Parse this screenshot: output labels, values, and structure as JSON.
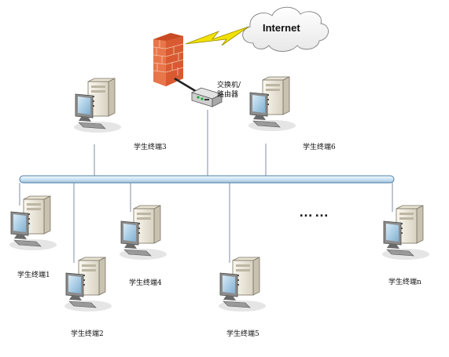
{
  "cloud": {
    "label": "Internet"
  },
  "router": {
    "label_line1": "交换机/",
    "label_line2": "路由器"
  },
  "ellipsis": "……",
  "terminals": [
    {
      "id": "t3",
      "label": "学生终端3"
    },
    {
      "id": "t6",
      "label": "学生终端6"
    },
    {
      "id": "t1",
      "label": "学生终端1"
    },
    {
      "id": "t2",
      "label": "学生终端2"
    },
    {
      "id": "t4",
      "label": "学生终端4"
    },
    {
      "id": "t5",
      "label": "学生终端5"
    },
    {
      "id": "tn",
      "label": "学生终端n"
    }
  ],
  "colors": {
    "firewall": "#e2572a",
    "lightning": "#f2e100",
    "bus": "#d9ecf8",
    "bus_stroke": "#4f7fa6",
    "pc_body": "#f2ede2",
    "monitor_frame": "#6d6d6d",
    "screen": "#a9cde6"
  }
}
